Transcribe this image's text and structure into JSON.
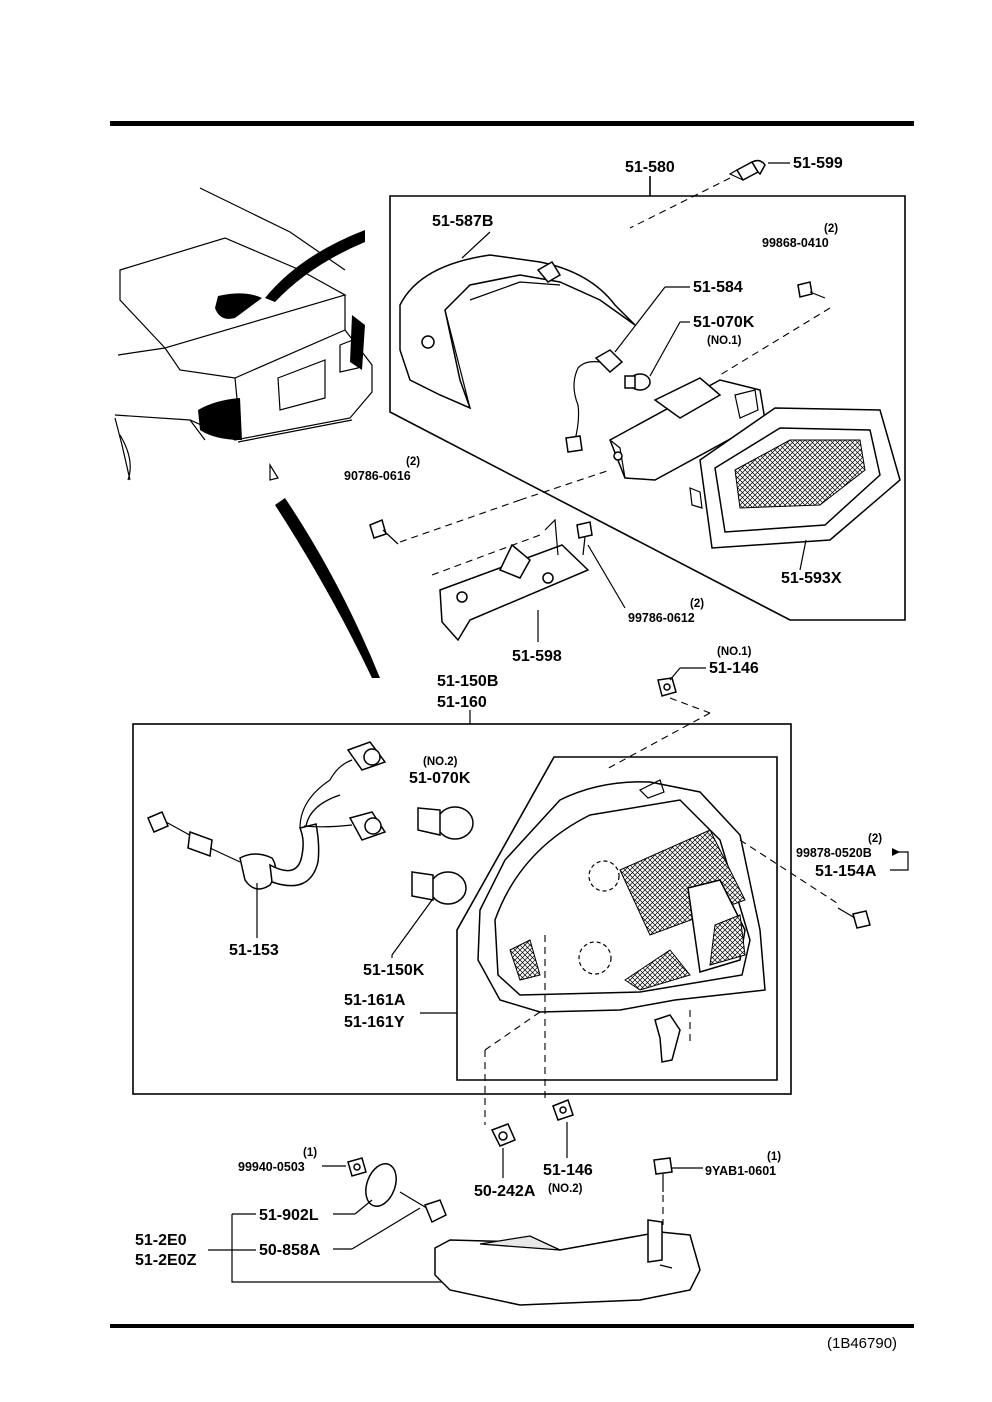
{
  "diagram": {
    "reference_code": "(1B46790)",
    "parts": {
      "p51_580": "51-580",
      "p51_599": "51-599",
      "p51_587B": "51-587B",
      "p99868_0410": "99868-0410",
      "p99868_0410_qty": "(2)",
      "p51_584": "51-584",
      "p51_070K_top": "51-070K",
      "p51_070K_top_note": "(NO.1)",
      "p90786_0616": "90786-0616",
      "p90786_0616_qty": "(2)",
      "p51_593X": "51-593X",
      "p99786_0612": "99786-0612",
      "p99786_0612_qty": "(2)",
      "p51_598": "51-598",
      "p51_150B": "51-150B",
      "p51_160": "51-160",
      "p51_146_top": "51-146",
      "p51_146_top_note": "(NO.1)",
      "p51_070K_mid": "51-070K",
      "p51_070K_mid_note": "(NO.2)",
      "p99878_0520B": "99878-0520B",
      "p99878_0520B_qty": "(2)",
      "p51_154A": "51-154A",
      "p51_153": "51-153",
      "p51_150K": "51-150K",
      "p51_161A": "51-161A",
      "p51_161Y": "51-161Y",
      "p99940_0503": "99940-0503",
      "p99940_0503_qty": "(1)",
      "p51_146_bot": "51-146",
      "p51_146_bot_note": "(NO.2)",
      "p50_242A": "50-242A",
      "p9YAB1_0601": "9YAB1-0601",
      "p9YAB1_0601_qty": "(1)",
      "p51_902L": "51-902L",
      "p51_2E0": "51-2E0",
      "p51_2E0Z": "51-2E0Z",
      "p50_858A": "50-858A"
    }
  }
}
